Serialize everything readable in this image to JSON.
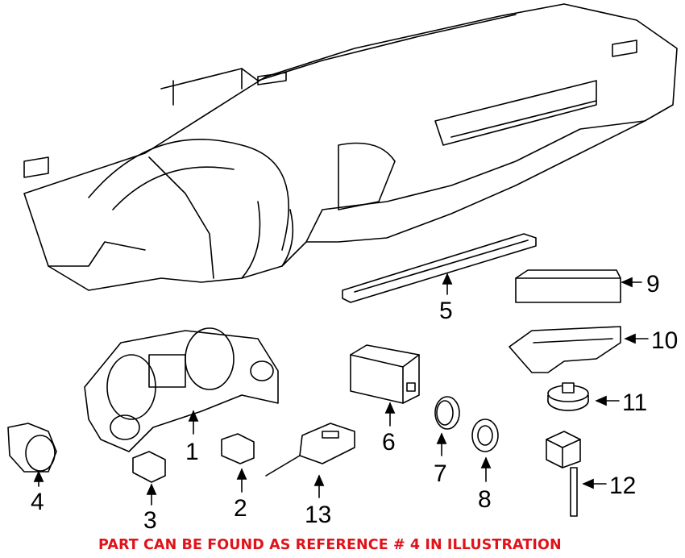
{
  "callouts": [
    "1",
    "2",
    "3",
    "4",
    "5",
    "6",
    "7",
    "8",
    "9",
    "10",
    "11",
    "12",
    "13"
  ],
  "caption": "PART CAN BE FOUND AS REFERENCE # 4 IN ILLUSTRATION",
  "caption_color": "#e0131b"
}
